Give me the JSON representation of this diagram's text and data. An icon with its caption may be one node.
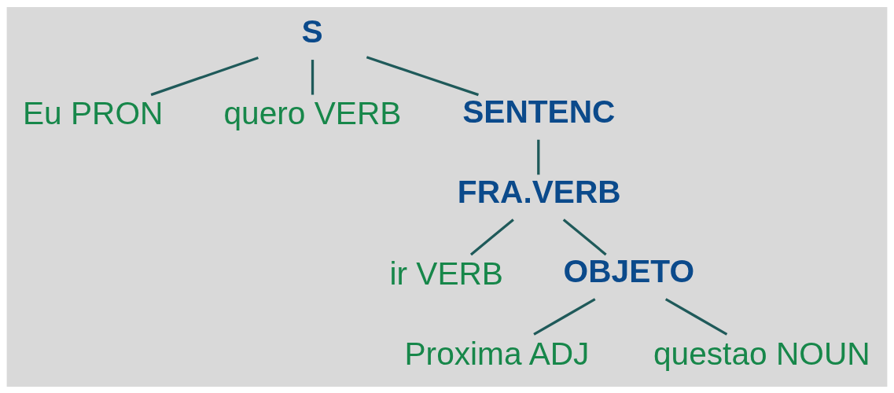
{
  "diagram": {
    "nodes": [
      {
        "text": [
          "S"
        ]
      },
      {
        "text": [
          "Eu PRON"
        ]
      },
      {
        "text": [
          "quero VERB"
        ]
      },
      {
        "text": [
          "SENTENC"
        ]
      },
      {
        "text": [
          "FRA.VERB"
        ]
      },
      {
        "text": [
          "ir VERB"
        ]
      },
      {
        "text": [
          "OBJETO"
        ]
      },
      {
        "text": [
          "Proxima ADJ"
        ]
      },
      {
        "text": [
          "questao NOUN"
        ]
      }
    ],
    "edges": [
      {
        "from": 0,
        "to": 1,
        "arrow": "none"
      },
      {
        "from": 0,
        "to": 2,
        "arrow": "none"
      },
      {
        "from": 0,
        "to": 3,
        "arrow": "none"
      },
      {
        "from": 3,
        "to": 4,
        "arrow": "none"
      },
      {
        "from": 4,
        "to": 5,
        "arrow": "none"
      },
      {
        "from": 4,
        "to": 6,
        "arrow": "none"
      },
      {
        "from": 6,
        "to": 7,
        "arrow": "none"
      },
      {
        "from": 6,
        "to": 8,
        "arrow": "none"
      }
    ]
  }
}
